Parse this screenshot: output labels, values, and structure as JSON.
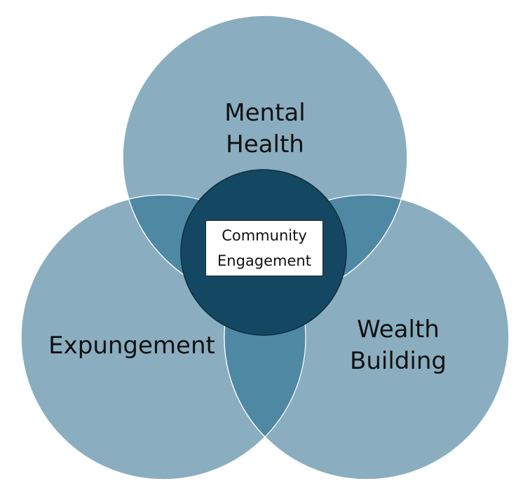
{
  "colors": {
    "circle_fill": "#8aaec0",
    "overlap_fill": "#4f88a3",
    "center_fill": "#144862",
    "center_stroke": "#0b2e40",
    "circle_stroke": "#ffffff",
    "label_box_bg": "#ffffff"
  },
  "circles": {
    "top": {
      "label_lines": [
        "Mental",
        "Health"
      ]
    },
    "left": {
      "label_lines": [
        "Expungement"
      ]
    },
    "right": {
      "label_lines": [
        "Wealth",
        "Building"
      ]
    }
  },
  "center": {
    "label_lines": [
      "Community",
      "Engagement"
    ]
  }
}
